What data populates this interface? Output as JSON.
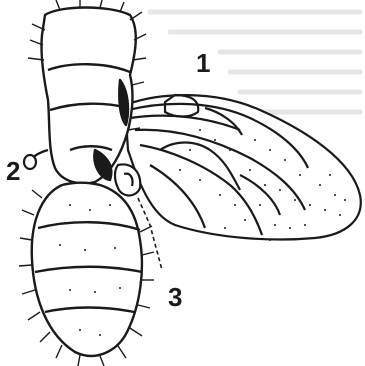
{
  "figure": {
    "labels": [
      "1",
      "2",
      "3"
    ]
  },
  "colors": {
    "ink": "#1a1a1a",
    "paper": "#ffffff",
    "bleed_through": "#e8e8e8"
  }
}
